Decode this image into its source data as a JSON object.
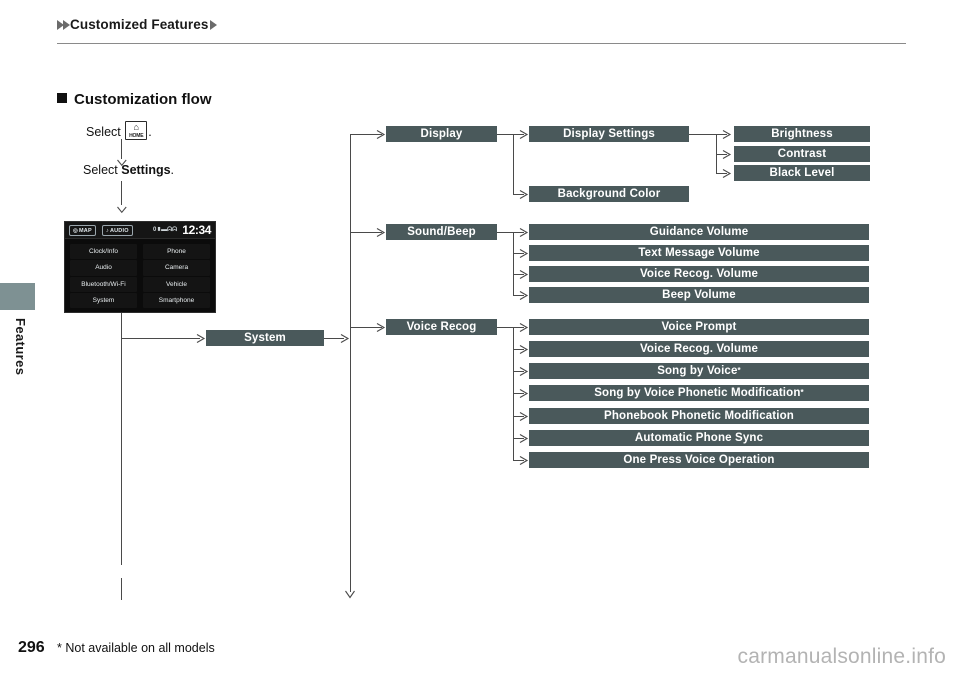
{
  "header": {
    "title": "Customized Features",
    "leading_arrow_1": "triangle-right",
    "leading_arrow_2": "triangle-right",
    "trailing_arrow": "triangle-right"
  },
  "sidebar": {
    "label": "Features"
  },
  "section": {
    "title": "Customization flow"
  },
  "steps": {
    "step1_prefix": "Select",
    "step1_icon_label": "HOME",
    "step1_suffix": ".",
    "step2_prefix": "Select",
    "step2_bold": "Settings",
    "step2_suffix": "."
  },
  "device": {
    "map_pill": "MAP",
    "audio_pill": "AUDIO",
    "status_icons": "0▮▬ᗣᗣ",
    "clock": "12:34",
    "tiles": [
      "Clock/Info",
      "Phone",
      "Audio",
      "Camera",
      "Bluetooth/Wi-Fi",
      "Vehicle",
      "System",
      "Smartphone"
    ]
  },
  "flow": {
    "root": "System",
    "categories": [
      {
        "label": "Display"
      },
      {
        "label": "Sound/Beep"
      },
      {
        "label": "Voice Recog"
      }
    ],
    "display_children": [
      {
        "label": "Display Settings"
      },
      {
        "label": "Background Color"
      }
    ],
    "display_settings_children": [
      {
        "label": "Brightness"
      },
      {
        "label": "Contrast"
      },
      {
        "label": "Black Level"
      }
    ],
    "sound_children": [
      {
        "label": "Guidance Volume"
      },
      {
        "label": "Text Message Volume"
      },
      {
        "label": "Voice Recog. Volume"
      },
      {
        "label": "Beep Volume"
      }
    ],
    "voice_children": [
      {
        "label": "Voice Prompt",
        "asterisk": ""
      },
      {
        "label": "Voice Recog. Volume",
        "asterisk": ""
      },
      {
        "label": "Song by Voice",
        "asterisk": "*"
      },
      {
        "label": "Song by Voice Phonetic Modification",
        "asterisk": "*"
      },
      {
        "label": "Phonebook Phonetic Modification",
        "asterisk": ""
      },
      {
        "label": "Automatic Phone Sync",
        "asterisk": ""
      },
      {
        "label": "One Press Voice Operation",
        "asterisk": ""
      }
    ]
  },
  "footer": {
    "page_number": "296",
    "footnote": "* Not available on all models",
    "watermark": "carmanualsonline.info"
  },
  "colors": {
    "box_fill": "#4a595b",
    "box_text": "#ffffff",
    "line": "#4a4a4a",
    "side_tab": "#7e9193",
    "screen_bg": "#0b0b0b"
  }
}
